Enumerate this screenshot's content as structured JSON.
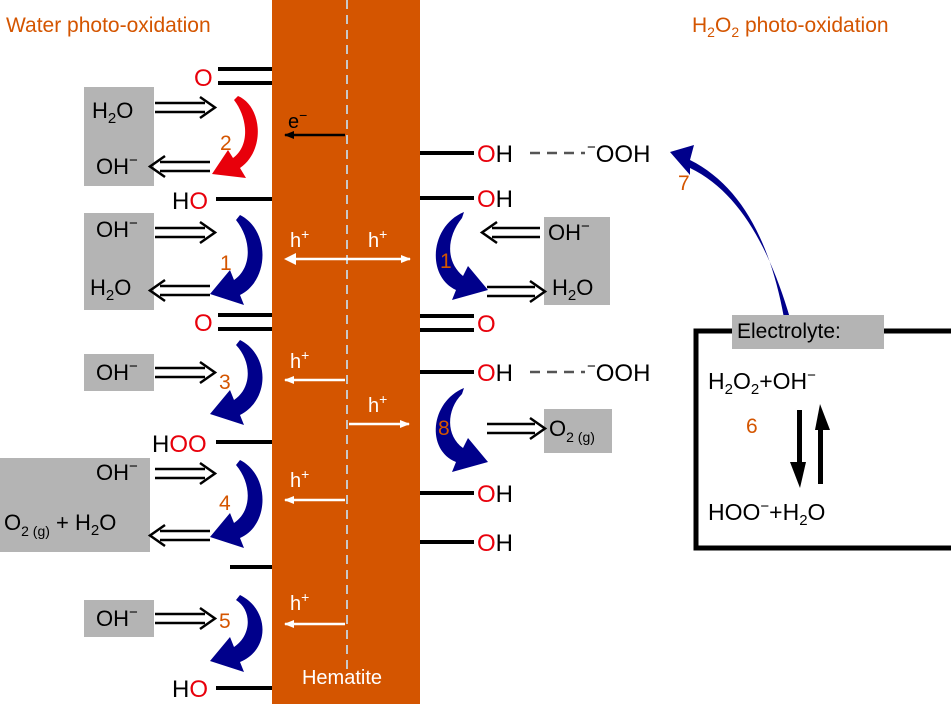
{
  "titles": {
    "left": "Water photo-oxidation",
    "right_h": "H",
    "right_sub2a": "2",
    "right_o": "O",
    "right_sub2b": "2",
    "right_rest": " photo-oxidation"
  },
  "hematite_label": "Hematite",
  "colors": {
    "hematite": "#d45500",
    "orange_text": "#d45500",
    "red": "#e8000b",
    "blue": "#00008b",
    "gray_box": "#b4b4b4",
    "dashed": "#c8c8c8"
  },
  "carriers": {
    "e": "e",
    "e_sup": "−",
    "h": "h",
    "h_sup": "+"
  },
  "species": {
    "H": "H",
    "O": "O",
    "HO_H": "H",
    "OH_H": "H",
    "HOO": "HO",
    "OOH_sup": "−",
    "OOH": "OOH",
    "OH": "OH",
    "OH_sup": "−",
    "H2O_H": "H",
    "H2O_2": "2",
    "H2O_O": "O",
    "O2_O": "O",
    "O2_sub": "2 (g)",
    "plus_H2O": " + H",
    "plus_H2O_2": "2",
    "plus_H2O_O": "O"
  },
  "steps": {
    "s1": "1",
    "s2": "2",
    "s3": "3",
    "s4": "4",
    "s5": "5",
    "s6": "6",
    "s7": "7",
    "s8": "8"
  },
  "electrolyte": {
    "label": "Electrolyte:",
    "top": {
      "a": "H",
      "b": "2",
      "c": "O",
      "d": "2",
      "e": "+OH",
      "f": "−"
    },
    "bottom": {
      "a": "HOO",
      "b": "−",
      "c": "+H",
      "d": "2",
      "e": "O"
    }
  }
}
